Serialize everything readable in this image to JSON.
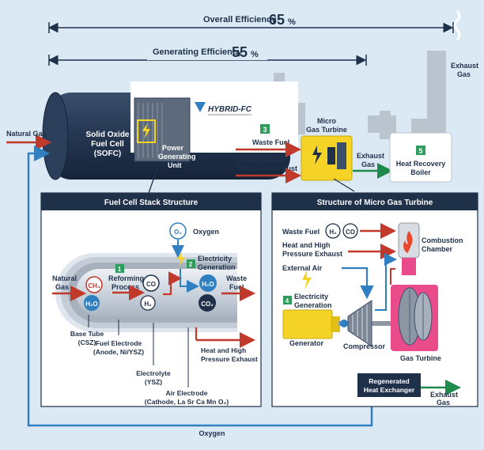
{
  "efficiency": {
    "overall_label": "Overall Efficiency",
    "overall_value": "65",
    "generating_label": "Generating Efficiency",
    "generating_value": "55",
    "unit": "%"
  },
  "top": {
    "natural_gas": "Natural Gas",
    "sofc_line1": "Solid Oxide",
    "sofc_line2": "Fuel Cell",
    "sofc_line3": "(SOFC)",
    "power_unit_line1": "Power",
    "power_unit_line2": "Generating",
    "power_unit_line3": "Unit",
    "logo_text": "HYBRID-FC",
    "step3_num": "3",
    "waste_fuel": "Waste Fuel",
    "heat_exhaust_line1": "Heat and High",
    "heat_exhaust_line2": "Pressure Exhaust",
    "micro_gt_line1": "Micro",
    "micro_gt_line2": "Gas Turbine",
    "exhaust_gas_line1": "Exhaust",
    "exhaust_gas_line2": "Gas",
    "step5_num": "5",
    "hrb_line1": "Heat Recovery",
    "hrb_line2": "Boiler",
    "stack_exhaust_line1": "Exhaust",
    "stack_exhaust_line2": "Gas"
  },
  "left_panel": {
    "title": "Fuel Cell Stack Structure",
    "oxygen_symbol": "O₂",
    "oxygen_label": "Oxygen",
    "step1_num": "1",
    "reforming_line1": "Reforming",
    "reforming_line2": "Process",
    "step2_num": "2",
    "elec_gen_line1": "Electricity",
    "elec_gen_line2": "Generation",
    "natural_gas_line1": "Natural",
    "natural_gas_line2": "Gas",
    "ch4": "CH₄",
    "h2o_left": "H₂O",
    "co": "CO",
    "h2": "H₂",
    "h2o_right": "H₂O",
    "co2": "CO₂",
    "waste_fuel_line1": "Waste",
    "waste_fuel_line2": "Fuel",
    "base_tube_line1": "Base Tube",
    "base_tube_line2": "(CSZ)",
    "fuel_electrode_line1": "Fuel Electrode",
    "fuel_electrode_line2": "(Anode, Ni/YSZ)",
    "electrolyte_line1": "Electrolyte",
    "electrolyte_line2": "(YSZ)",
    "air_electrode_line1": "Air Electrode",
    "air_electrode_line2": "(Cathode, La Sr Ca Mn O₃)",
    "heat_exhaust_line1": "Heat and High",
    "heat_exhaust_line2": "Pressure Exhaust"
  },
  "right_panel": {
    "title": "Structure of Micro Gas Turbine",
    "waste_fuel": "Waste Fuel",
    "h2": "H₂",
    "co": "CO",
    "heat_exhaust_line1": "Heat and High",
    "heat_exhaust_line2": "Pressure Exhaust",
    "combustion_line1": "Combustion",
    "combustion_line2": "Chamber",
    "external_air": "External Air",
    "step4_num": "4",
    "elec_gen_line1": "Electricity",
    "elec_gen_line2": "Generation",
    "generator": "Generator",
    "compressor": "Compressor",
    "gas_turbine": "Gas Turbine",
    "regen_line1": "Regenerated",
    "regen_line2": "Heat Exchanger",
    "exhaust_line1": "Exhaust",
    "exhaust_line2": "Gas"
  },
  "bottom": {
    "oxygen": "Oxygen"
  },
  "colors": {
    "background": "#dbe9f4",
    "navy": "#1f3049",
    "red_arrow": "#c0392b",
    "blue_arrow": "#2f7fc1",
    "green_badge": "#2e9c5a",
    "yellow": "#f5d327",
    "pink": "#e94b8b"
  }
}
